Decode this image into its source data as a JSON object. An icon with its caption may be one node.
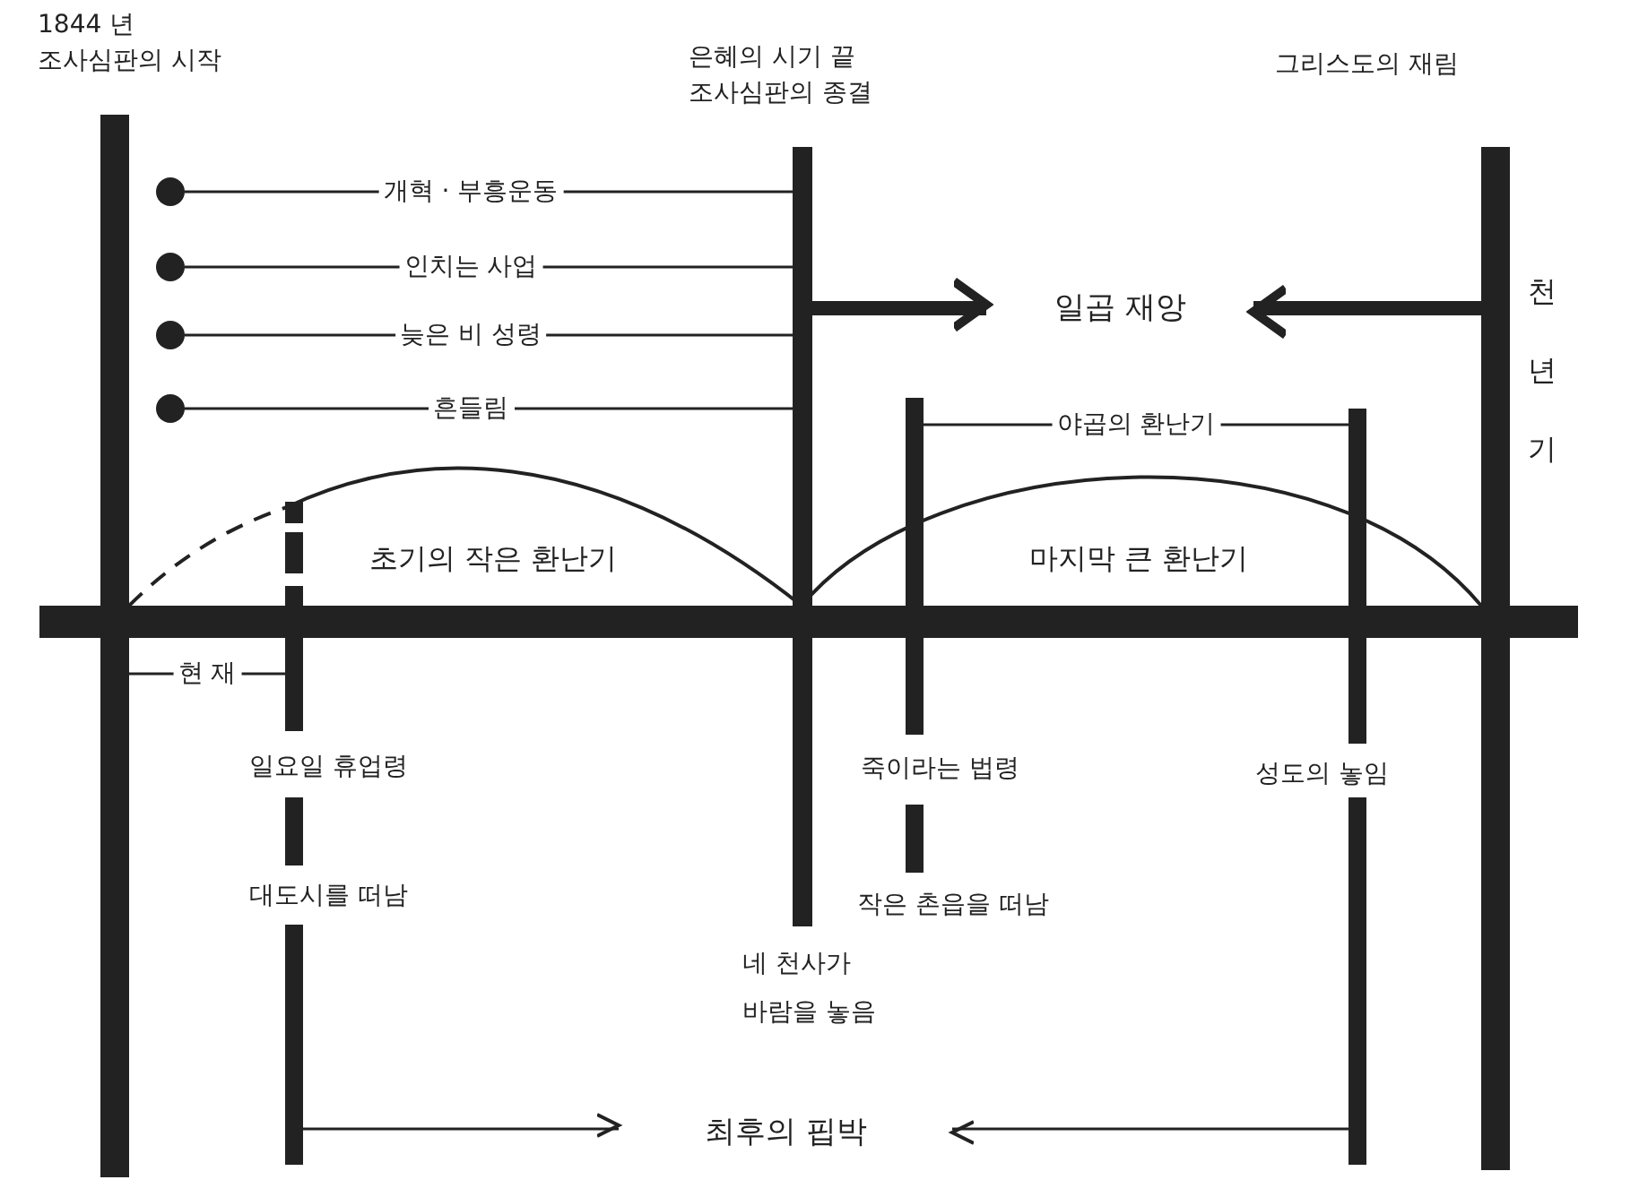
{
  "diagram": {
    "nodes": [
      {
        "text": [
          "1844 년 조사심판의 시작"
        ]
      },
      {
        "text": [],
        "shape": "bar",
        "beside": [
          "일요일 휴업령",
          "대도시를 떠남"
        ]
      },
      {
        "text": [
          "은혜의 시기 끝 조사심판의 종결"
        ],
        "beside": [
          "네 천사가 바람을 놓음"
        ]
      },
      {
        "text": [],
        "shape": "bar",
        "beside": [
          "죽이라는 법령",
          "작은 촌읍을 떠남"
        ]
      },
      {
        "text": [],
        "shape": "bar",
        "beside": [
          "성도의 놓임"
        ]
      },
      {
        "text": [
          "그리스도의 재림"
        ],
        "beside": [
          "천년기"
        ]
      },
      {
        "text": [
          "일곱 재앙"
        ]
      },
      {
        "text": [
          "최후의 핍박"
        ]
      },
      {
        "text": [],
        "shape": "circle"
      },
      {
        "text": [],
        "shape": "circle"
      },
      {
        "text": [],
        "shape": "circle"
      },
      {
        "text": [],
        "shape": "circle"
      },
      {
        "text": [],
        "shape": "bar"
      }
    ],
    "edges": [
      {
        "from": 8,
        "to": 2,
        "arrow": "none",
        "label": "개혁 · 부흥운동"
      },
      {
        "from": 9,
        "to": 2,
        "arrow": "none",
        "label": "인치는 사업"
      },
      {
        "from": 10,
        "to": 2,
        "arrow": "none",
        "label": "늦은 비 성령"
      },
      {
        "from": 11,
        "to": 2,
        "arrow": "none",
        "label": "흔들림"
      },
      {
        "from": 2,
        "to": 6,
        "arrow": "to",
        "style": "thick"
      },
      {
        "from": 5,
        "to": 6,
        "arrow": "to",
        "style": "thick"
      },
      {
        "from": 3,
        "to": 4,
        "arrow": "none",
        "label": "야곱의 환난기"
      },
      {
        "from": 0,
        "to": 1,
        "arrow": "none",
        "label": "현 재"
      },
      {
        "from": 1,
        "to": 7,
        "arrow": "to"
      },
      {
        "from": 4,
        "to": 7,
        "arrow": "to"
      }
    ],
    "labels": [
      "초기의 작은 환난기",
      "마지막 큰 환난기"
    ]
  }
}
